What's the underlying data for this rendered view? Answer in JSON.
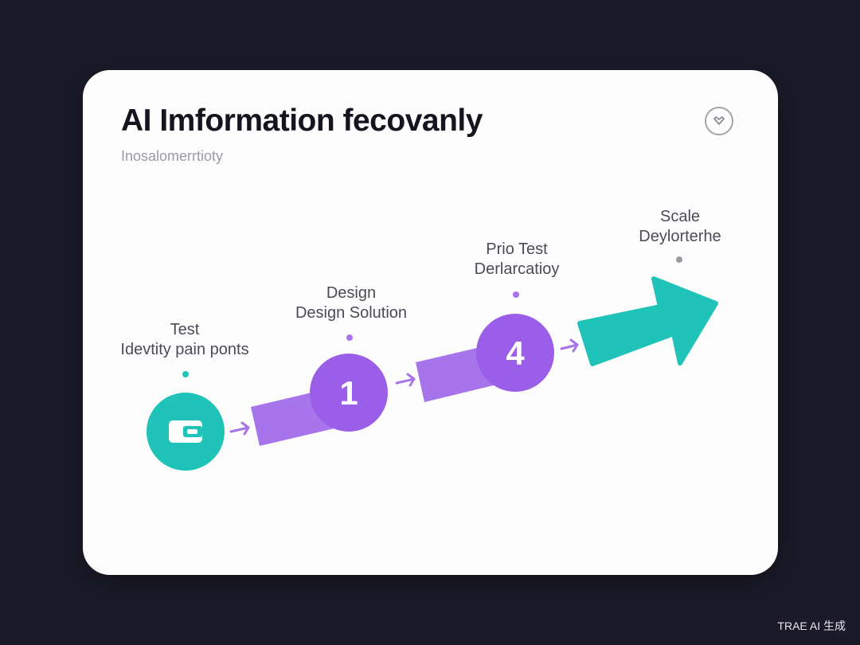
{
  "header": {
    "title": "AI Imformation fecovanly",
    "subtitle": "Inosalomerrtioty",
    "badge_icon": "heart-icon"
  },
  "colors": {
    "teal": "#1fc3b8",
    "purple": "#9a5ee8",
    "purple_bar": "#a874ec",
    "dot_gray": "#9b9ba6"
  },
  "steps": [
    {
      "title": "Test",
      "subtitle": "Idevtity pain ponts",
      "marker": "card-icon"
    },
    {
      "title": "Design",
      "subtitle": "Design Solution",
      "marker": "1"
    },
    {
      "title": "Prio Test",
      "subtitle": "Derlarcatioy",
      "marker": "4"
    },
    {
      "title": "Scale",
      "subtitle": "Deylorterhe",
      "marker": "arrow-icon"
    }
  ],
  "watermark": "TRAE AI 生成"
}
